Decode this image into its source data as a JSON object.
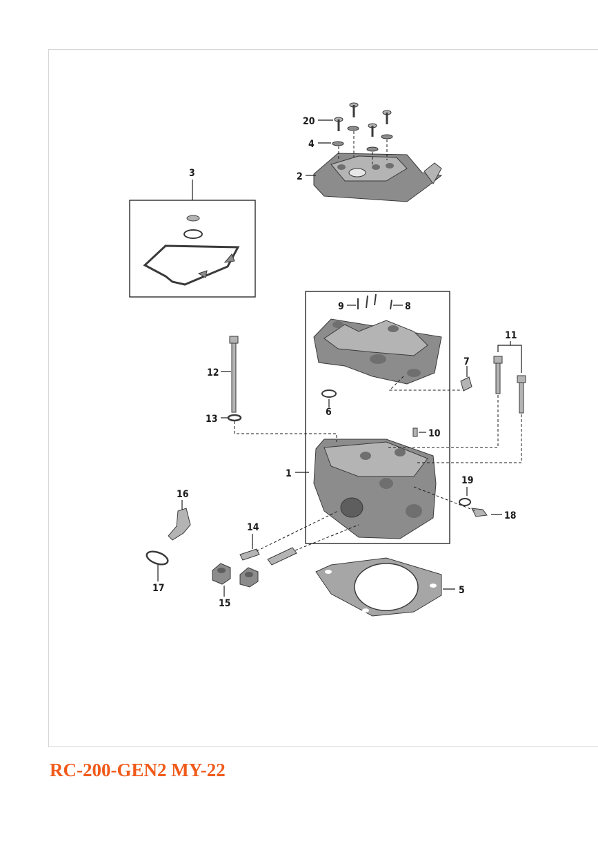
{
  "title": "RC-200-GEN2 MY-22",
  "callouts": {
    "c1": "1",
    "c2": "2",
    "c3": "3",
    "c4": "4",
    "c5": "5",
    "c6": "6",
    "c7": "7",
    "c8": "8",
    "c9": "9",
    "c10": "10",
    "c11": "11",
    "c12": "12",
    "c13": "13",
    "c14": "14",
    "c15": "15",
    "c16": "16",
    "c17": "17",
    "c18": "18",
    "c19": "19",
    "c20": "20"
  },
  "colors": {
    "title": "#f05a1a",
    "part": "#8c8c8c"
  }
}
